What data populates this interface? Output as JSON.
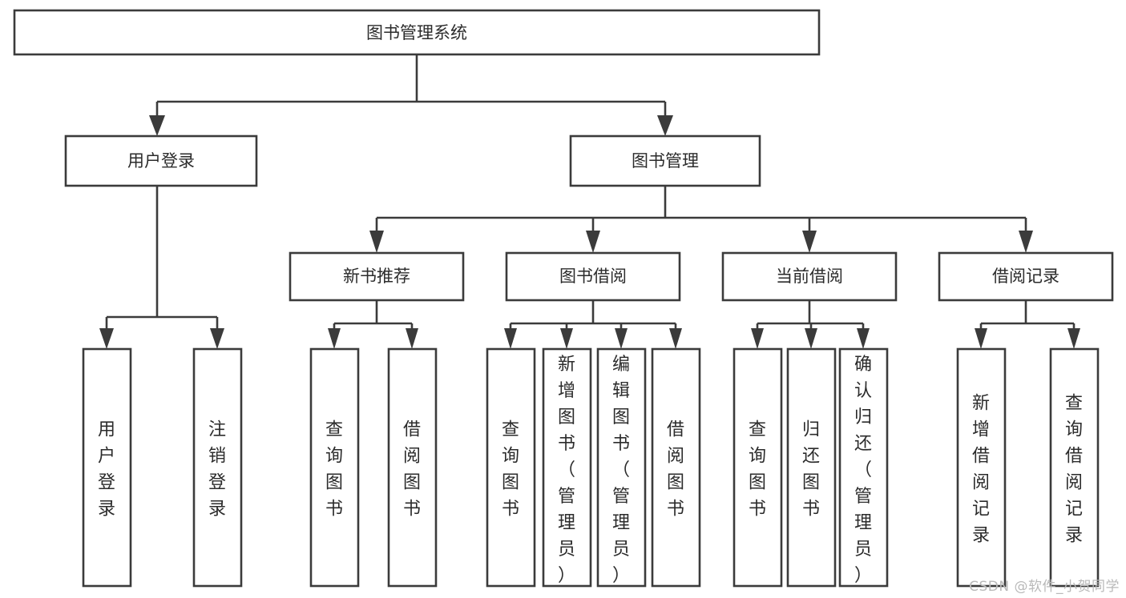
{
  "diagram": {
    "title": "图书管理系统",
    "type": "tree-hierarchy",
    "orientation": "top-down",
    "colors": {
      "stroke": "#3b3b3b",
      "fill": "#ffffff",
      "text": "#2b2b2b",
      "background": "#ffffff",
      "watermark": "#b9b9b9"
    },
    "root": {
      "label": "图书管理系统"
    },
    "level2": [
      {
        "label": "用户登录"
      },
      {
        "label": "图书管理"
      }
    ],
    "level3": [
      {
        "label": "新书推荐"
      },
      {
        "label": "图书借阅"
      },
      {
        "label": "当前借阅"
      },
      {
        "label": "借阅记录"
      }
    ],
    "leaves": {
      "user_login": [
        {
          "label": "用户登录"
        },
        {
          "label": "注销登录"
        }
      ],
      "new_book_recommend": [
        {
          "label": "查询图书"
        },
        {
          "label": "借阅图书"
        }
      ],
      "book_borrow": [
        {
          "label": "查询图书"
        },
        {
          "label": "新增图书（管理员）"
        },
        {
          "label": "编辑图书（管理员）"
        },
        {
          "label": "借阅图书"
        }
      ],
      "current_borrow": [
        {
          "label": "查询图书"
        },
        {
          "label": "归还图书"
        },
        {
          "label": "确认归还（管理员）"
        }
      ],
      "borrow_record": [
        {
          "label": "新增借阅记录"
        },
        {
          "label": "查询借阅记录"
        }
      ]
    }
  },
  "watermark": {
    "text": "CSDN @软件_小贺同学"
  }
}
